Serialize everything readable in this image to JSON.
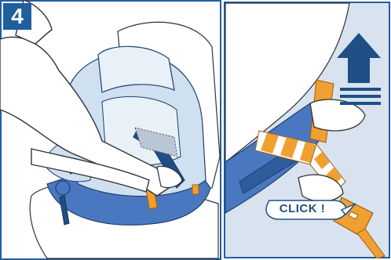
{
  "step": {
    "number": "4"
  },
  "callout": {
    "label": "CLICK !"
  },
  "colors": {
    "border": "#1f5f9e",
    "navy": "#1f4f86",
    "seat_light": "#cfe0f0",
    "shell_blue": "#4a78c0",
    "strap_orange": "#f0a030",
    "inset_bg": "#d8e3ef",
    "skin": "#ffffff"
  },
  "icons": [
    "up-arrow-icon",
    "click-callout"
  ]
}
